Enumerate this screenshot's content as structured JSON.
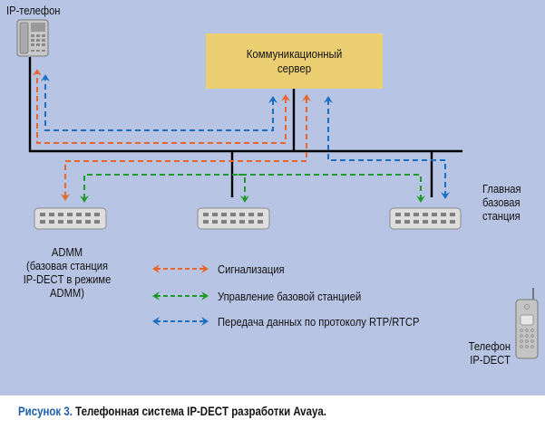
{
  "figure": {
    "title_prefix": "Рисунок 3.",
    "title": "Телефонная система IP-DECT разработки Avaya."
  },
  "nodes": {
    "ip_phone": {
      "label": "IP-телефон",
      "icon": "desk-phone-icon"
    },
    "server": {
      "label_line1": "Коммуникационный",
      "label_line2": "сервер"
    },
    "admm": {
      "lines": [
        "ADMM",
        "(базовая станция",
        "IP-DECT в режиме",
        "ADMM)"
      ],
      "icon": "base-station-icon"
    },
    "middle_station": {
      "icon": "base-station-icon"
    },
    "main_station": {
      "lines": [
        "Главная",
        "базовая",
        "станция"
      ],
      "icon": "base-station-icon"
    },
    "dect_phone": {
      "lines": [
        "Телефон",
        "IP-DECT"
      ],
      "icon": "cordless-phone-icon"
    }
  },
  "legend": [
    {
      "label": "Сигнализация",
      "color": "#e8662e"
    },
    {
      "label": "Управление базовой станцией",
      "color": "#1e9a2a"
    },
    {
      "label": "Передача данных по протоколу RTP/RTCP",
      "color": "#1a6fc4"
    }
  ],
  "colors": {
    "background": "#b8c4e3",
    "server_fill": "#ebcf72",
    "signaling": "#e8662e",
    "control": "#1e9a2a",
    "rtp": "#1a6fc4",
    "network_line": "#000000",
    "caption_accent": "#1c5fa8"
  }
}
